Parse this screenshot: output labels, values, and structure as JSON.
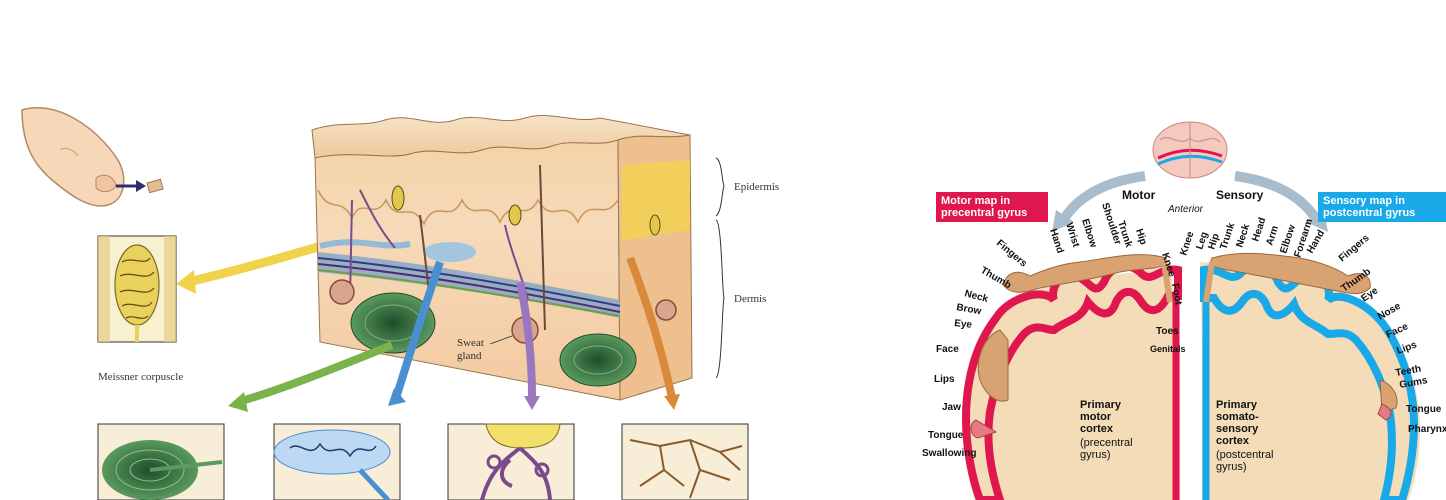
{
  "skin": {
    "labels": {
      "epidermis": "Epidermis",
      "dermis": "Dermis",
      "sweat_gland_1": "Sweat",
      "sweat_gland_2": "gland",
      "meissner": "Meissner corpuscle"
    },
    "colors": {
      "epidermis": "#f2d2a6",
      "dermis": "#f6d9b8",
      "yellow_arrow": "#f1d24a",
      "green_arrow": "#7bb24a",
      "blue_arrow": "#4a8fd0",
      "purple_arrow": "#9a78c0",
      "orange_arrow": "#d8893a",
      "nerve_purple": "#7a4b8c",
      "pacinian_green": "#2f6b3a"
    }
  },
  "brain": {
    "motor_map_title_1": "Motor map in",
    "motor_map_title_2": "precentral gyrus",
    "sensory_map_title_1": "Sensory map in",
    "sensory_map_title_2": "postcentral gyrus",
    "motor": "Motor",
    "sensory": "Sensory",
    "anterior": "Anterior",
    "motor_top_parts": [
      "Hand",
      "Wrist",
      "Elbow",
      "Shoulder",
      "Trunk",
      "Hip",
      "Knee"
    ],
    "motor_side_parts": [
      "Fingers",
      "Thumb",
      "Neck",
      "Brow",
      "Eye",
      "Face",
      "Lips",
      "Jaw",
      "Tongue",
      "Swallowing"
    ],
    "motor_medial_parts": [
      "Foot",
      "Toes",
      "Genitals"
    ],
    "sensory_top_parts": [
      "Knee",
      "Leg",
      "Hip",
      "Trunk",
      "Neck",
      "Head",
      "Arm",
      "Elbow",
      "Forearm",
      "Hand"
    ],
    "sensory_side_parts": [
      "Fingers",
      "Thumb",
      "Eye",
      "Nose",
      "Face",
      "Lips",
      "Teeth",
      "Gums",
      "Tongue",
      "Pharynx"
    ],
    "motor_cortex_label": [
      "Primary",
      "motor",
      "cortex",
      "(precentral",
      "gyrus)"
    ],
    "sensory_cortex_label": [
      "Primary",
      "somato-",
      "sensory",
      "cortex",
      "(postcentral",
      "gyrus)"
    ],
    "colors": {
      "motor": "#e0164f",
      "sensory": "#19a9e8",
      "cortex_fill": "#f4dcb8",
      "homunculus": "#d9a273"
    }
  }
}
